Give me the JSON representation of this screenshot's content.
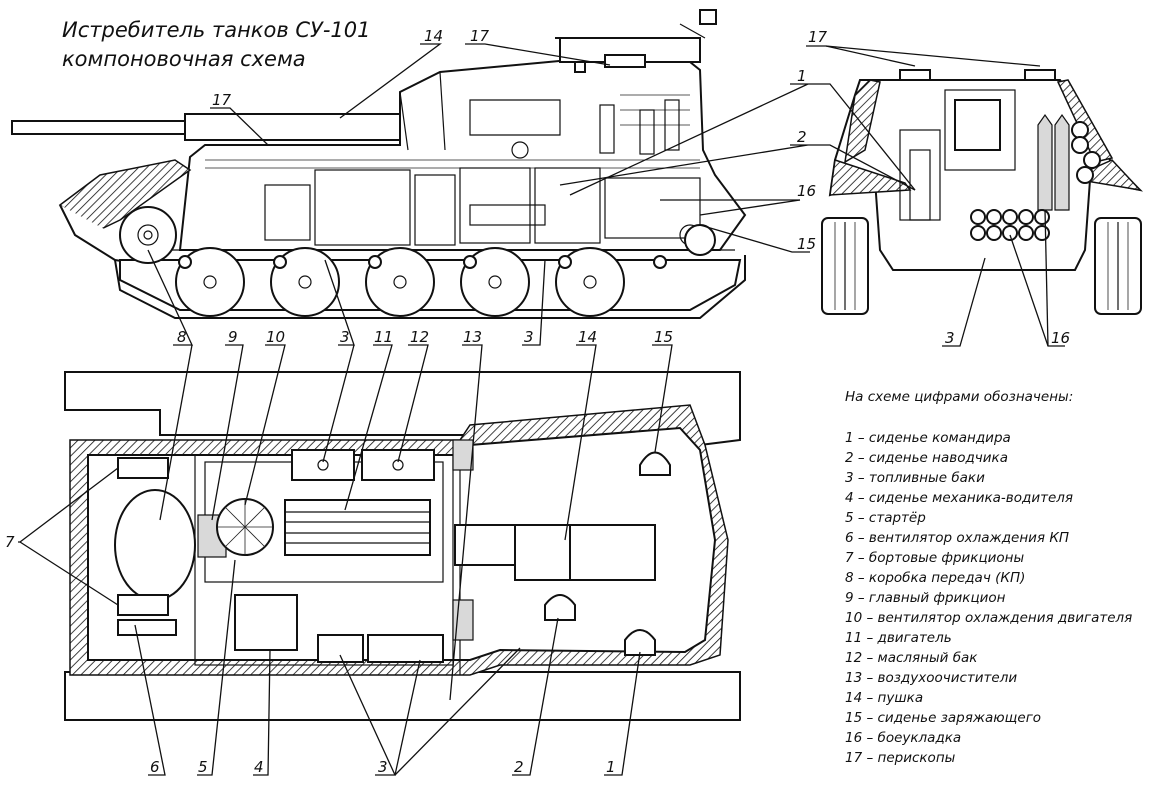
{
  "title": {
    "line1": "Истребитель танков СУ-101",
    "line2": "компоновочная схема"
  },
  "legend": {
    "heading": "На схеме цифрами обозначены:",
    "items": [
      "1 – сиденье командира",
      "2 – сиденье наводчика",
      "3 – топливные баки",
      "4 – сиденье механика-водителя",
      "5 – стартёр",
      "6 – вентилятор охлаждения КП",
      "7 – бортовые фрикционы",
      "8 – коробка передач (КП)",
      "9 – главный фрикцион",
      "10 – вентилятор охлаждения двигателя",
      "11 – двигатель",
      "12 – масляный бак",
      "13 – воздухоочистители",
      "14 – пушка",
      "15 – сиденье заряжающего",
      "16 – боеукладка",
      "17 – перископы"
    ]
  },
  "side_view": {
    "callouts": [
      "14",
      "17",
      "17",
      "1",
      "2",
      "16",
      "15",
      "8",
      "9",
      "10",
      "3",
      "11",
      "12",
      "13",
      "3",
      "14",
      "15"
    ]
  },
  "front_view": {
    "callouts": [
      "17",
      "1",
      "2",
      "16",
      "3",
      "16"
    ]
  },
  "top_view": {
    "callouts": [
      "7",
      "6",
      "5",
      "4",
      "3",
      "2",
      "1"
    ]
  }
}
